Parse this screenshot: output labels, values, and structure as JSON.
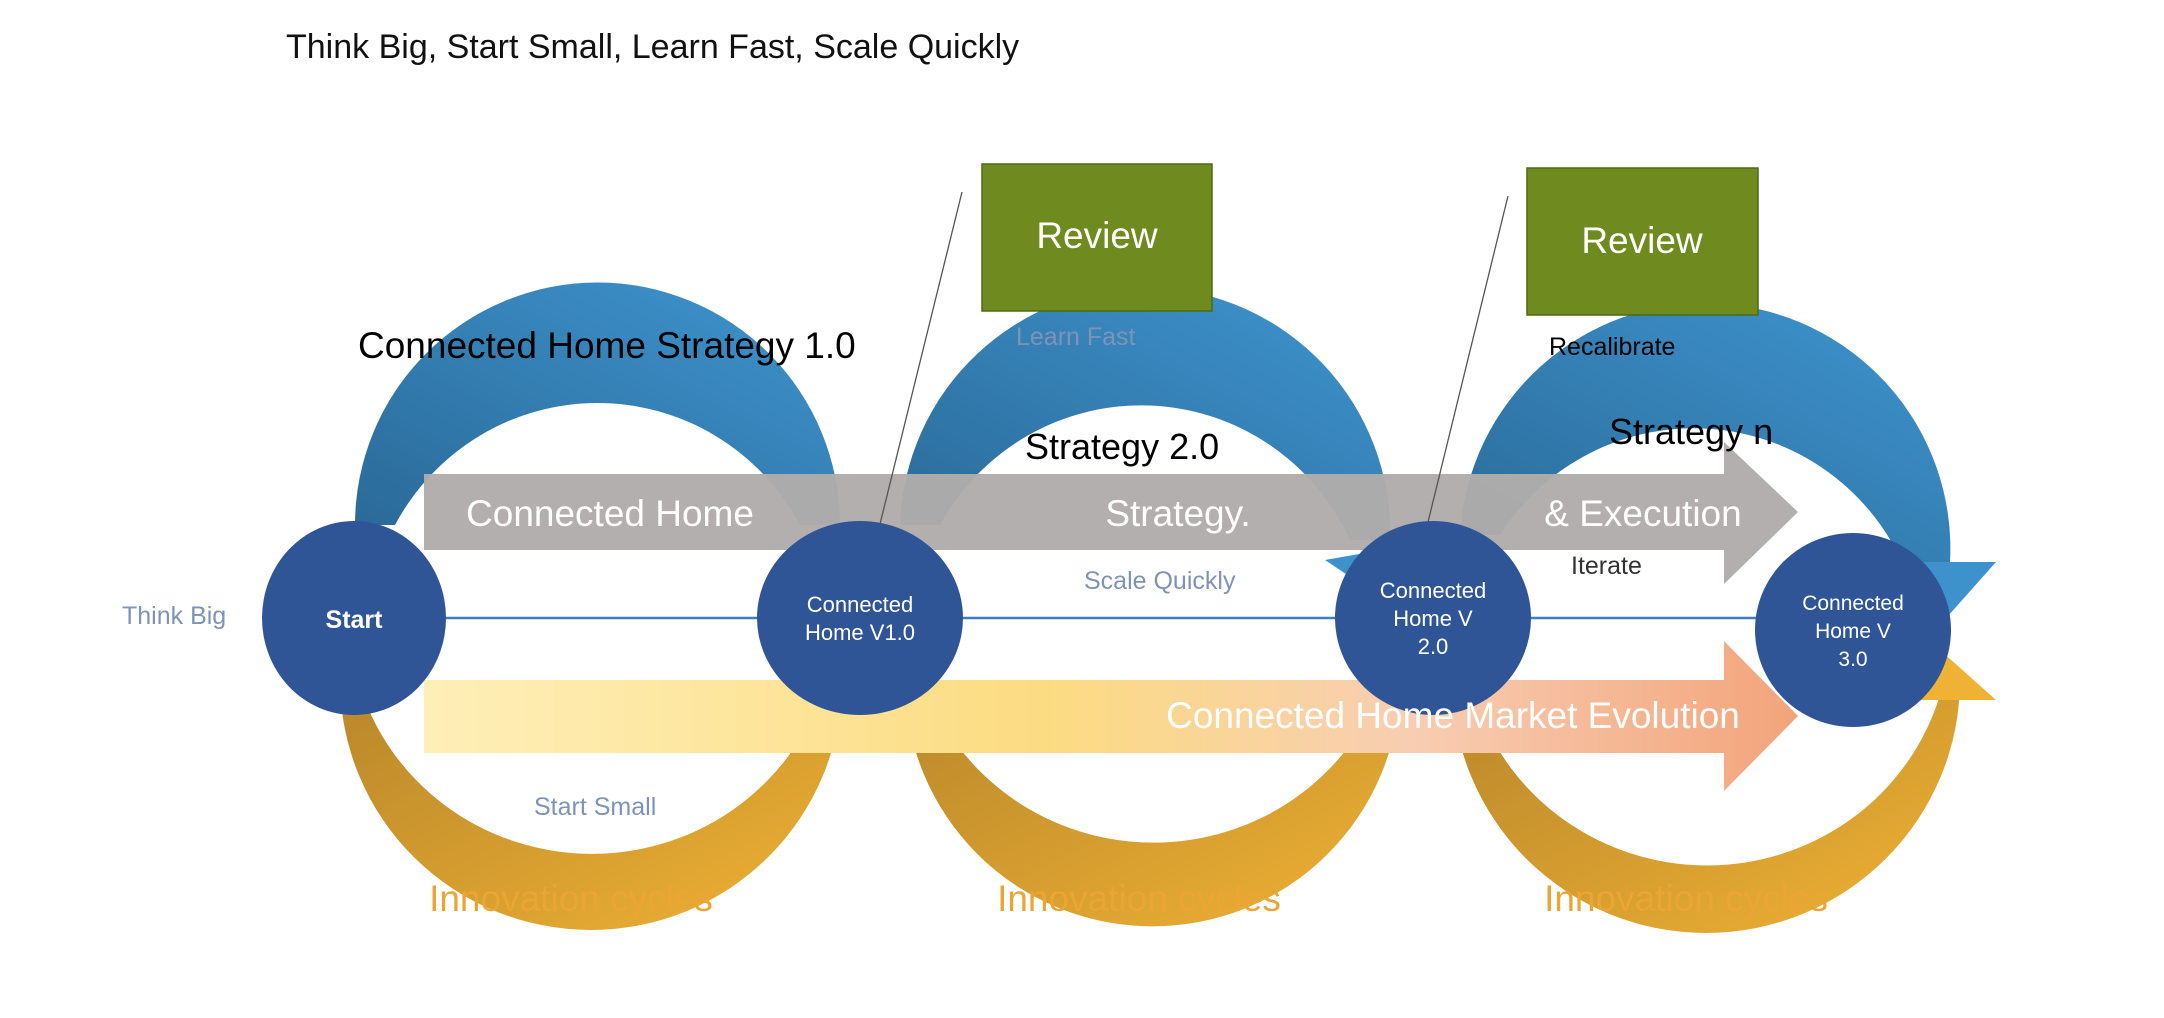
{
  "heading": "Think Big, Start Small, Learn Fast, Scale Quickly",
  "strategy_titles": {
    "s1": "Connected Home Strategy 1.0",
    "s2": "Strategy 2.0",
    "sn": "Strategy n"
  },
  "review_boxes": [
    "Review",
    "Review"
  ],
  "notes": {
    "learn_fast": "Learn Fast",
    "recalibrate": "Recalibrate",
    "think_big": "Think Big",
    "scale_quickly": "Scale Quickly",
    "iterate": "Iterate",
    "start_small": "Start Small"
  },
  "gray_arrow_texts": {
    "left": "Connected Home",
    "middle": "Strategy.",
    "right": "& Execution"
  },
  "market_arrow_text": "Connected Home Market Evolution",
  "nodes": [
    [
      "Start"
    ],
    [
      "Connected",
      "Home V1.0"
    ],
    [
      "Connected",
      "Home V",
      "2.0"
    ],
    [
      "Connected",
      "Home V",
      "3.0"
    ]
  ],
  "innovation_labels": [
    "Innovation cycles",
    "Innovation cycles",
    "Innovation cycles"
  ],
  "colors": {
    "node_fill": "#2F5597",
    "review_fill": "#6F8B1F",
    "blue_arc_light": "#3E92CC",
    "blue_arc_dark": "#2A6A98",
    "gold_arc_light": "#F0B234",
    "gold_arc_dark": "#B8862B",
    "gray_arrow": "#AFACAB",
    "annotation_text": "#7F93B5",
    "innovation_text": "#EBA534"
  }
}
